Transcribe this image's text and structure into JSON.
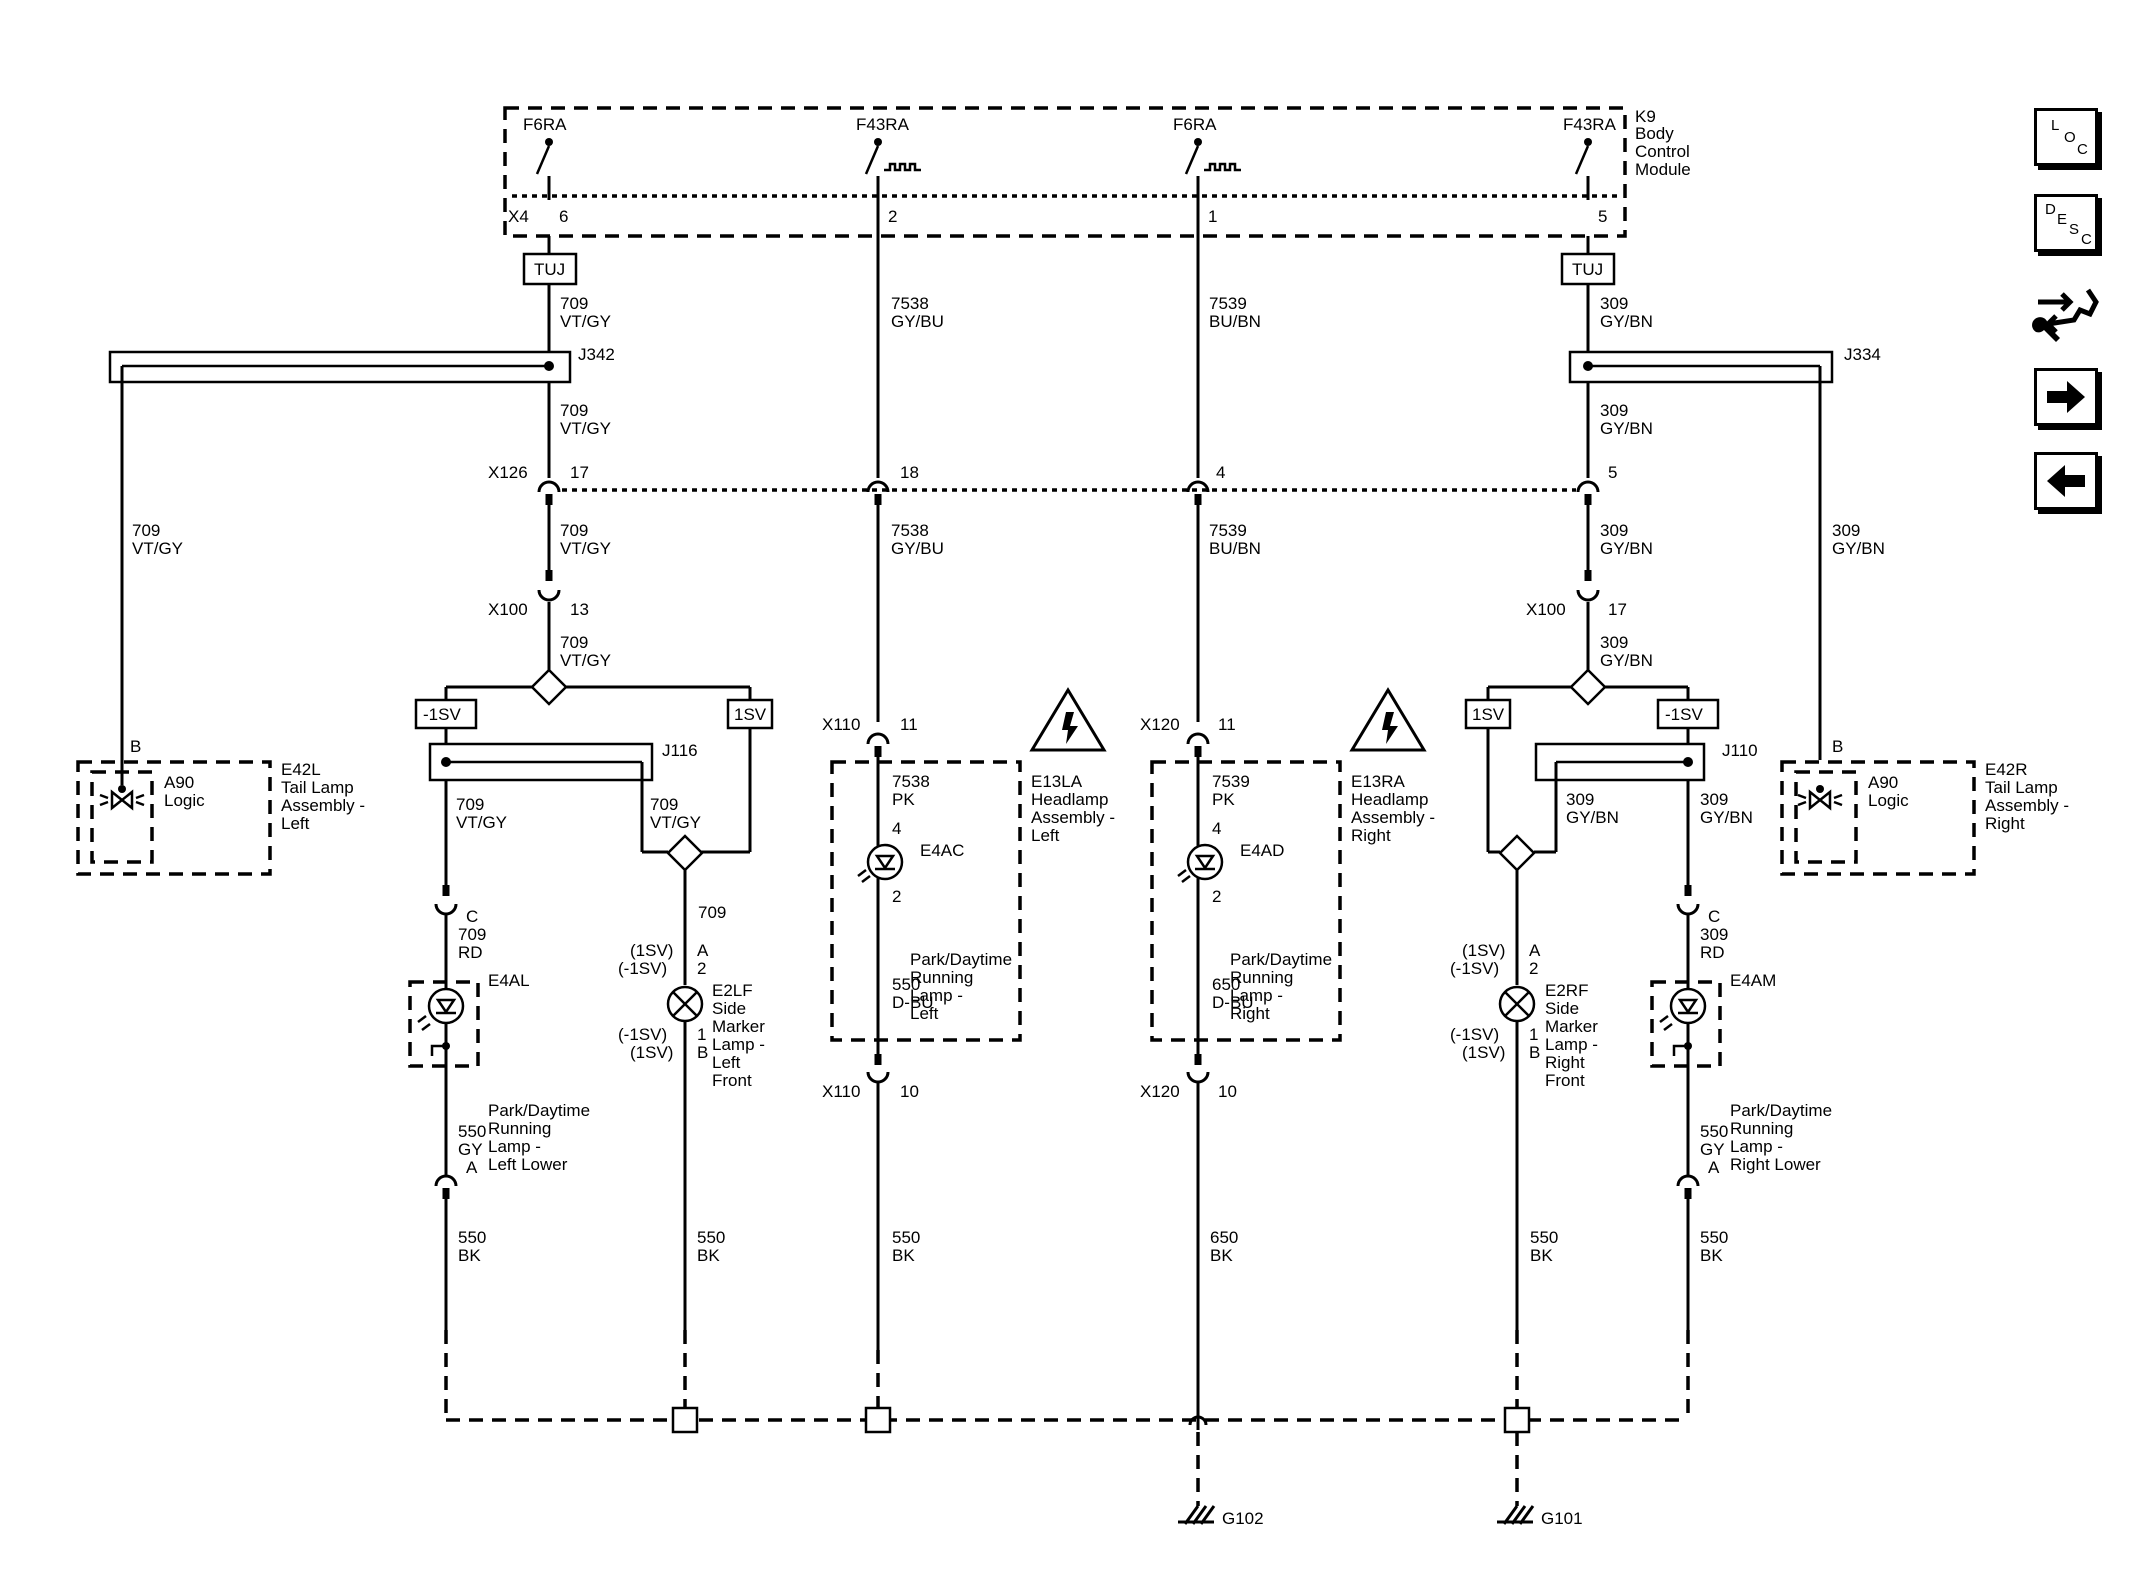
{
  "module": {
    "id": "K9",
    "lines": [
      "Body",
      "Control",
      "Module"
    ],
    "connector": "X4",
    "outputs": [
      {
        "name": "F6RA",
        "pin": "6"
      },
      {
        "name": "F43RA",
        "pin": "2"
      },
      {
        "name": "F6RA",
        "pin": "1"
      },
      {
        "name": "F43RA",
        "pin": "5"
      }
    ],
    "fuses": [
      "TUJ",
      "TUJ"
    ]
  },
  "splices": [
    "J342",
    "J334",
    "J116",
    "J110"
  ],
  "connectors": {
    "x126": {
      "id": "X126",
      "pins": [
        "17",
        "18",
        "4",
        "5"
      ]
    },
    "x100_left": {
      "id": "X100",
      "pin": "13"
    },
    "x100_right": {
      "id": "X100",
      "pin": "17"
    },
    "x110_top": {
      "id": "X110",
      "pin": "11"
    },
    "x120_top": {
      "id": "X120",
      "pin": "11"
    },
    "x110_bottom": {
      "id": "X110",
      "pin": "10"
    },
    "x120_bottom": {
      "id": "X120",
      "pin": "10"
    }
  },
  "wires": {
    "c1_top": [
      "709",
      "VT/GY"
    ],
    "c1_mid": [
      "709",
      "VT/GY"
    ],
    "c1_low": [
      "709",
      "VT/GY"
    ],
    "c1_x100": [
      "709",
      "VT/GY"
    ],
    "c2_top": [
      "7538",
      "GY/BU"
    ],
    "c2_low": [
      "7538",
      "GY/BU"
    ],
    "c2_pk": [
      "7538",
      "PK"
    ],
    "c3_top": [
      "7539",
      "BU/BN"
    ],
    "c3_low": [
      "7539",
      "BU/BN"
    ],
    "c3_pk": [
      "7539",
      "PK"
    ],
    "c4_top": [
      "309",
      "GY/BN"
    ],
    "c4_mid": [
      "309",
      "GY/BN"
    ],
    "c4_low": [
      "309",
      "GY/BN"
    ],
    "c4_x100": [
      "309",
      "GY/BN"
    ],
    "left_branch": [
      "709",
      "VT/GY"
    ],
    "right_branch": [
      "309",
      "GY/BN"
    ],
    "j116_a": [
      "709",
      "VT/GY"
    ],
    "j116_b": [
      "709",
      "VT/GY"
    ],
    "sm_left": "709",
    "j110_a": [
      "309",
      "GY/BN"
    ],
    "j110_b": [
      "309",
      "GY/BN"
    ],
    "e4al_in": [
      "709",
      "RD"
    ],
    "e4am_in": [
      "309",
      "RD"
    ],
    "e4al_out": [
      "550",
      "GY"
    ],
    "e4am_out": [
      "550",
      "GY"
    ],
    "ground": [
      [
        "550",
        "BK"
      ],
      [
        "550",
        "BK"
      ],
      [
        "550",
        "BK"
      ],
      [
        "650",
        "BK"
      ],
      [
        "550",
        "BK"
      ],
      [
        "550",
        "BK"
      ]
    ],
    "e4ac_out": [
      "550",
      "D-BU"
    ],
    "e4ad_out": [
      "650",
      "D-BU"
    ]
  },
  "strap_labels": [
    "-1SV",
    "1SV",
    "1SV",
    "-1SV"
  ],
  "tail_left": {
    "pin": "B",
    "sub": [
      "A90",
      "Logic"
    ],
    "id": "E42L",
    "lines": [
      "Tail Lamp",
      "Assembly -",
      "Left"
    ]
  },
  "tail_right": {
    "pin": "B",
    "sub": [
      "A90",
      "Logic"
    ],
    "id": "E42R",
    "lines": [
      "Tail Lamp",
      "Assembly -",
      "Right"
    ]
  },
  "headlamp_left": {
    "id": "E13LA",
    "lines": [
      "Headlamp",
      "Assembly -",
      "Left"
    ],
    "lamp": "E4AC",
    "pin_in": "4",
    "pin_out": "2",
    "desc": [
      "Park/Daytime",
      "Running",
      "Lamp -",
      "Left"
    ]
  },
  "headlamp_right": {
    "id": "E13RA",
    "lines": [
      "Headlamp",
      "Assembly -",
      "Right"
    ],
    "lamp": "E4AD",
    "pin_in": "4",
    "pin_out": "2",
    "desc": [
      "Park/Daytime",
      "Running",
      "Lamp -",
      "Right"
    ]
  },
  "lamp_e4al": {
    "id": "E4AL",
    "pin_in": "C",
    "pin_out": "A",
    "desc": [
      "Park/Daytime",
      "Running",
      "Lamp -",
      "Left Lower"
    ]
  },
  "lamp_e4am": {
    "id": "E4AM",
    "pin_in": "C",
    "pin_out": "A",
    "desc": [
      "Park/Daytime",
      "Running",
      "Lamp -",
      "Right Lower"
    ]
  },
  "marker_left": {
    "id": "E2LF",
    "lines": [
      "Side",
      "Marker",
      "Lamp -",
      "Left",
      "Front"
    ],
    "pin_a": "A",
    "pin_2": "2",
    "pin_1": "1",
    "pin_b": "B",
    "sv_top": [
      "(1SV)",
      "(-1SV)"
    ],
    "sv_bot": [
      "(-1SV)",
      "(1SV)"
    ]
  },
  "marker_right": {
    "id": "E2RF",
    "lines": [
      "Side",
      "Marker",
      "Lamp -",
      "Right",
      "Front"
    ],
    "pin_a": "A",
    "pin_2": "2",
    "pin_1": "1",
    "pin_b": "B",
    "sv_top": [
      "(1SV)",
      "(-1SV)"
    ],
    "sv_bot": [
      "(-1SV)",
      "(1SV)"
    ]
  },
  "grounds": [
    "G102",
    "G101"
  ],
  "nav": {
    "loc": [
      "L",
      "O",
      "C"
    ],
    "desc": [
      "D",
      "E",
      "S",
      "C"
    ],
    "icons": [
      "connector-repair-icon",
      "next-page-icon",
      "previous-page-icon"
    ]
  }
}
